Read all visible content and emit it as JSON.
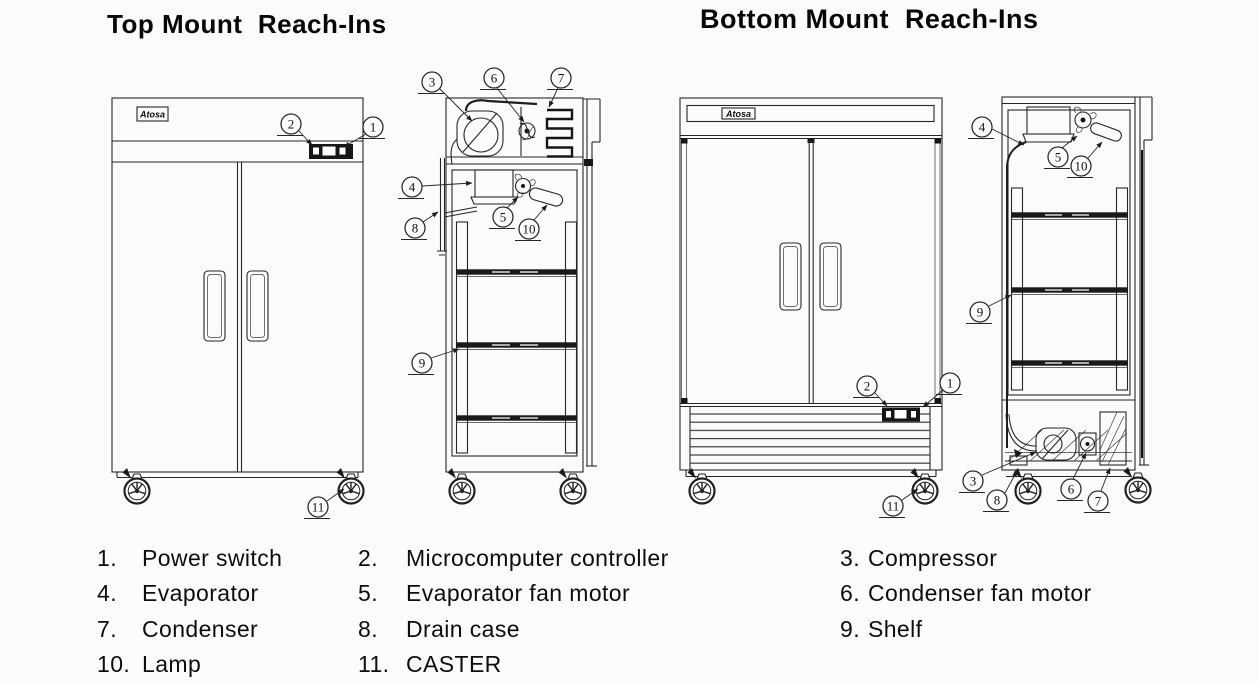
{
  "titles": {
    "left": "Top Mount  Reach-Ins",
    "right": "Bottom Mount  Reach-Ins"
  },
  "brand": "Atosa",
  "colors": {
    "ink": "#262626",
    "background": "#fbfbfb"
  },
  "drawings": {
    "top_front": {
      "callouts": {
        "n1": "1",
        "n2": "2",
        "n11": "11"
      }
    },
    "top_side": {
      "callouts": {
        "n3": "3",
        "n4": "4",
        "n5": "5",
        "n6": "6",
        "n7": "7",
        "n8": "8",
        "n9": "9",
        "n10": "10"
      }
    },
    "bottom_front": {
      "callouts": {
        "n1": "1",
        "n2": "2",
        "n11": "11"
      }
    },
    "bottom_side": {
      "callouts": {
        "n3": "3",
        "n4": "4",
        "n5": "5",
        "n6": "6",
        "n7": "7",
        "n8": "8",
        "n9": "9",
        "n10": "10"
      }
    }
  },
  "legend": {
    "items": [
      {
        "num": "1.",
        "label": "Power switch"
      },
      {
        "num": "2.",
        "label": "Microcomputer controller"
      },
      {
        "num": "3.",
        "label": "Compressor"
      },
      {
        "num": "4.",
        "label": "Evaporator"
      },
      {
        "num": "5.",
        "label": "Evaporator fan motor"
      },
      {
        "num": "6.",
        "label": "Condenser fan motor"
      },
      {
        "num": "7.",
        "label": "Condenser"
      },
      {
        "num": "8.",
        "label": "Drain case"
      },
      {
        "num": "9.",
        "label": "Shelf"
      },
      {
        "num": "10.",
        "label": "Lamp"
      },
      {
        "num": "11.",
        "label": "CASTER"
      }
    ]
  }
}
